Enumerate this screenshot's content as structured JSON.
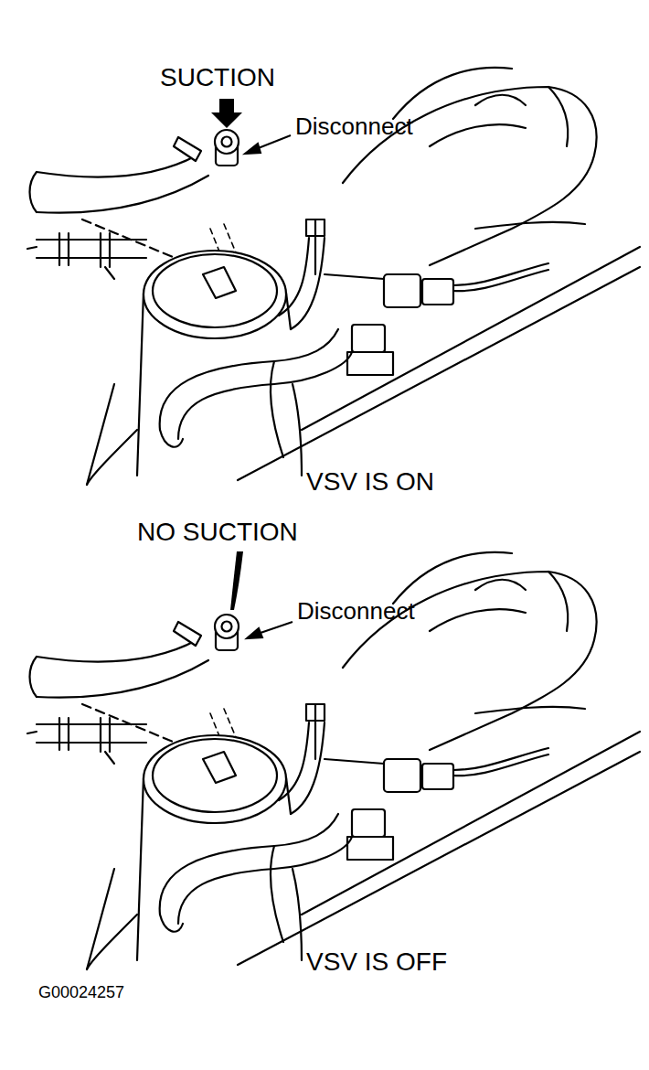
{
  "diagram": {
    "labels": [
      "SUCTION",
      "Disconnect",
      "VSV IS ON",
      "NO SUCTION",
      "Disconnect",
      "VSV IS OFF",
      "G00024257"
    ]
  }
}
